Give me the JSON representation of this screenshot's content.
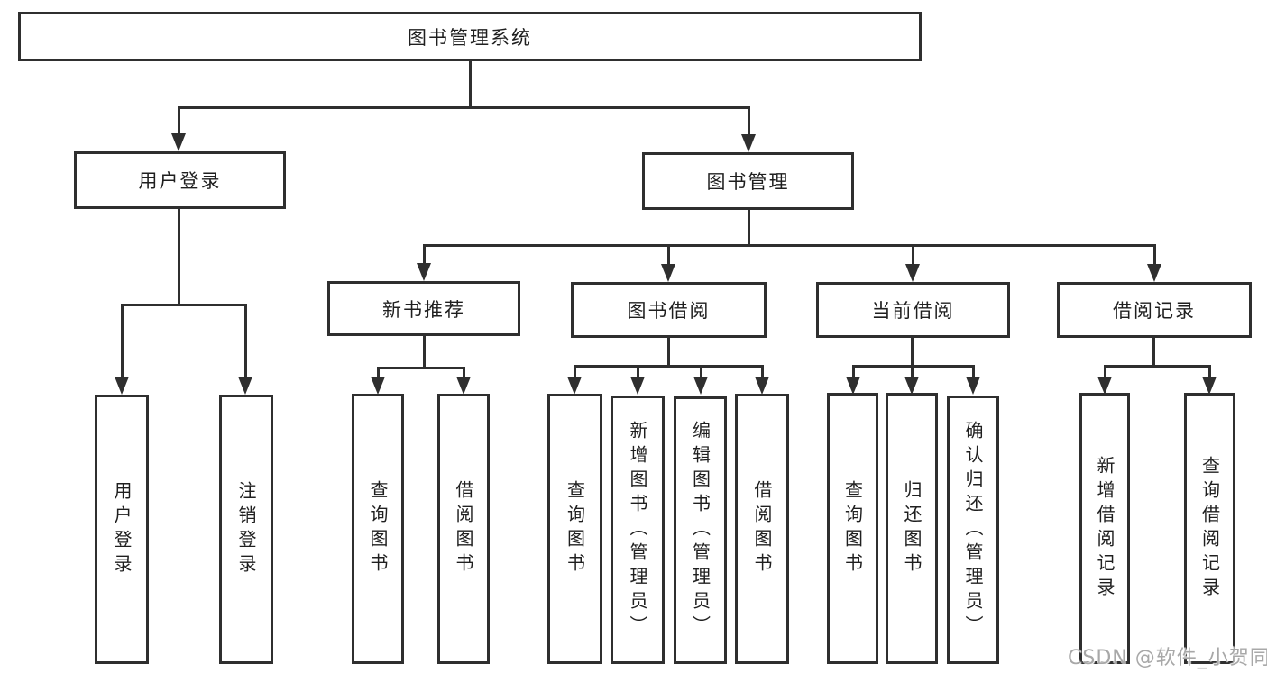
{
  "diagram": {
    "root": {
      "label": "图书管理系统"
    },
    "level1": [
      {
        "label": "用户登录"
      },
      {
        "label": "图书管理"
      }
    ],
    "level2": [
      {
        "label": "新书推荐"
      },
      {
        "label": "图书借阅"
      },
      {
        "label": "当前借阅"
      },
      {
        "label": "借阅记录"
      }
    ],
    "leaves": [
      {
        "label": "用户登录"
      },
      {
        "label": "注销登录"
      },
      {
        "label": "查询图书"
      },
      {
        "label": "借阅图书"
      },
      {
        "label": "查询图书"
      },
      {
        "label": "新增图书（管理员）"
      },
      {
        "label": "编辑图书（管理员）"
      },
      {
        "label": "借阅图书"
      },
      {
        "label": "查询图书"
      },
      {
        "label": "归还图书"
      },
      {
        "label": "确认归还（管理员）"
      },
      {
        "label": "新增借阅记录"
      },
      {
        "label": "查询借阅记录"
      }
    ]
  },
  "watermark": {
    "text": "CSDN @软件_小贺同学"
  },
  "colors": {
    "line": "#2f2f2f",
    "text": "#1f1f1f",
    "background": "#ffffff",
    "watermark": "#a8a8a8"
  }
}
